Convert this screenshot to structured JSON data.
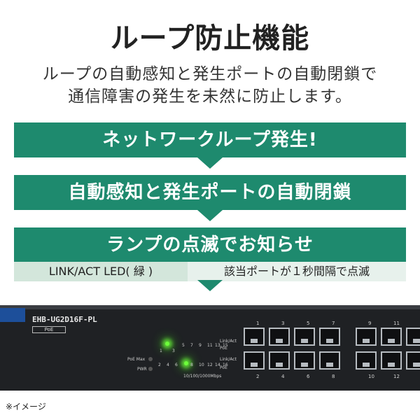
{
  "title": "ループ防止機能",
  "subtitle_line1": "ループの自動感知と発生ポートの自動閉鎖で",
  "subtitle_line2": "通信障害の発生を未然に防止します。",
  "steps": [
    {
      "label": "ネットワークループ発生!"
    },
    {
      "label": "自動感知と発生ポートの自動閉鎖"
    },
    {
      "label": "ランプの点滅でお知らせ"
    }
  ],
  "led_info": {
    "left": "LINK/ACT LED( 緑 )",
    "right": "該当ポートが１秒間隔で点滅"
  },
  "device": {
    "model": "EHB-UG2D16F-PL",
    "poe_tag": "PoE",
    "poe_max_label": "PoE Max",
    "pwr_label": "PWR",
    "link_act_label_top": "Link/Act",
    "poe_label_top": "PoE",
    "link_act_label_bottom": "Link/Act",
    "poe_label_bottom": "PoE",
    "speed_label": "10/100/1000Mbps",
    "led_top_nums": [
      "5",
      "7",
      "9",
      "11",
      "13",
      "15"
    ],
    "led_bottom_nums": [
      "2",
      "4",
      "6",
      "8",
      "10",
      "12",
      "14",
      "16"
    ],
    "port_top_nums": [
      "1",
      "3",
      "5",
      "7",
      "9",
      "11"
    ],
    "port_bottom_nums": [
      "2",
      "4",
      "6",
      "8",
      "10",
      "12"
    ]
  },
  "footnote": "※イメージ",
  "colors": {
    "banner": "#1e8a6e",
    "led_row": "#d3e6db",
    "led_active": "#6dff3a",
    "device_body": "#1f2124"
  }
}
